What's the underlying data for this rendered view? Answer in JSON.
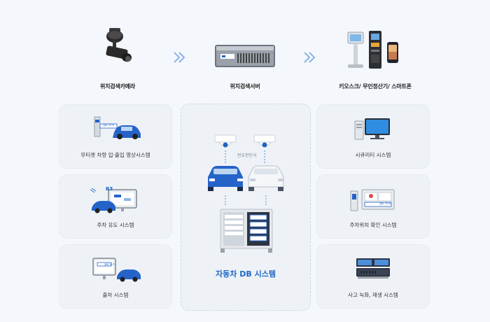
{
  "top": {
    "camera_label": "위치검색카메라",
    "server_label": "위치검색서버",
    "kiosk_label": "키오스크/ 무인정산기/ 스마트폰",
    "camera_tag": "번호판인식"
  },
  "left_cards": [
    {
      "label": "무티켓 차량 입·출입 영상시스템",
      "plate": "정비 3274"
    },
    {
      "label": "주차 유도 시스템",
      "floor": "B3"
    },
    {
      "label": "출차 시스템",
      "plate": "정비 3274"
    }
  ],
  "right_cards": [
    {
      "label": "시큐리티 시스템"
    },
    {
      "label": "주차위치 확인 시스템",
      "plate": "정비 3274"
    },
    {
      "label": "사고 녹화, 재생 시스템"
    }
  ],
  "center": {
    "title": "자동차 DB 시스템"
  },
  "colors": {
    "accent_blue": "#1e67c2",
    "car_blue": "#2563c9",
    "background": "#f4f7fb",
    "card": "#eef2f7"
  }
}
